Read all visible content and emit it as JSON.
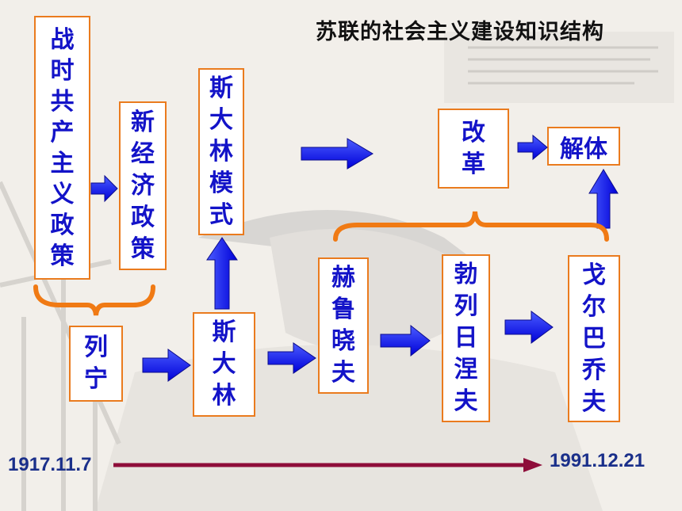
{
  "title": "苏联的社会主义建设知识结构",
  "nodes": {
    "war_communism": "战时共产主义政策",
    "nep": "新经济政策",
    "stalin_model": "斯大林模式",
    "reform": "改革",
    "dissolution": "解体",
    "lenin": "列宁",
    "stalin": "斯大林",
    "khrushchev": "赫鲁晓夫",
    "brezhnev": "勃列日涅夫",
    "gorbachev": "戈尔巴乔夫"
  },
  "timeline": {
    "start": "1917.11.7",
    "end": "1991.12.21"
  },
  "colors": {
    "box_border": "#ea7b1e",
    "box_text": "#1313c8",
    "arrow_fill": "#1a1aff",
    "brace": "#f07a14",
    "timeline": "#8e0d3a",
    "date_text": "#1a2f8a"
  }
}
